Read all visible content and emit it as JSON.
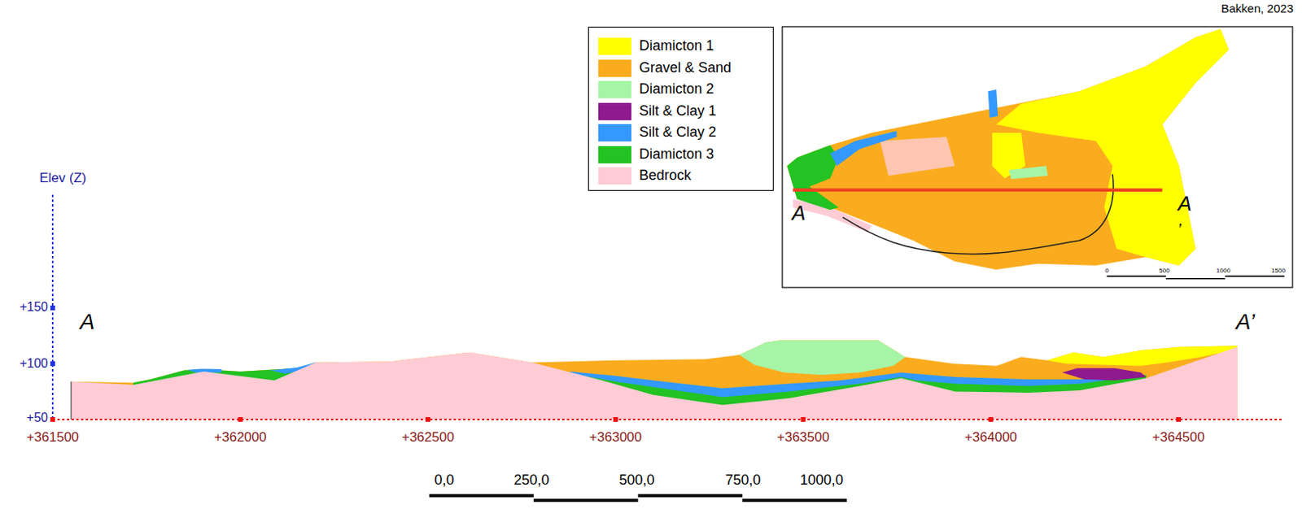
{
  "diagram": {
    "labels": [
      "Bakken, 2023",
      "Elev (Z)",
      "+150",
      "+100",
      "+50",
      "+361500",
      "+362000",
      "+362500",
      "+363000",
      "+363500",
      "+364000",
      "+364500",
      "A",
      "A’",
      "0,0",
      "250,0",
      "500,0",
      "750,0",
      "1000,0",
      "A",
      "A",
      ",",
      "0",
      "500",
      "1000",
      "1500"
    ],
    "legend": [
      {
        "text": "Diamicton 1",
        "color": "#ffff00"
      },
      {
        "text": "Gravel & Sand",
        "color": "#fbac1e"
      },
      {
        "text": "Diamicton 2",
        "color": "#a6f5a6"
      },
      {
        "text": "Silt & Clay 1",
        "color": "#8e1a8e"
      },
      {
        "text": "Silt & Clay 2",
        "color": "#3399ff"
      },
      {
        "text": "Diamicton 3",
        "color": "#22c322"
      },
      {
        "text": "Bedrock",
        "color": "#ffccd5"
      }
    ]
  }
}
